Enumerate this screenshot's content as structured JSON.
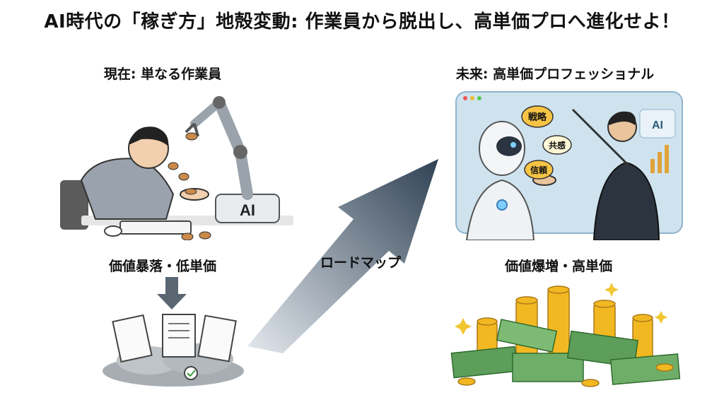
{
  "title": "AI時代の「稼ぎ方」地殻変動: 作業員から脱出し、高単価プロへ進化せよ！",
  "left": {
    "heading": "現在: 単なる作業員",
    "caption": "価値暴落・低単価",
    "robot_label": "AI"
  },
  "middle": {
    "caption": "ロードマップ"
  },
  "right": {
    "heading": "未来: 高単価プロフェッショナル",
    "caption": "価値爆増・高単価",
    "screen_label": "AI",
    "bubbles": [
      "戦略",
      "共感",
      "信頼"
    ]
  },
  "colors": {
    "arrow_dark": "#2f4154",
    "arrow_light": "#e4e9ee",
    "screen": "#cfe3ef",
    "coin": "#f2b821",
    "bill": "#5d9e5a"
  }
}
